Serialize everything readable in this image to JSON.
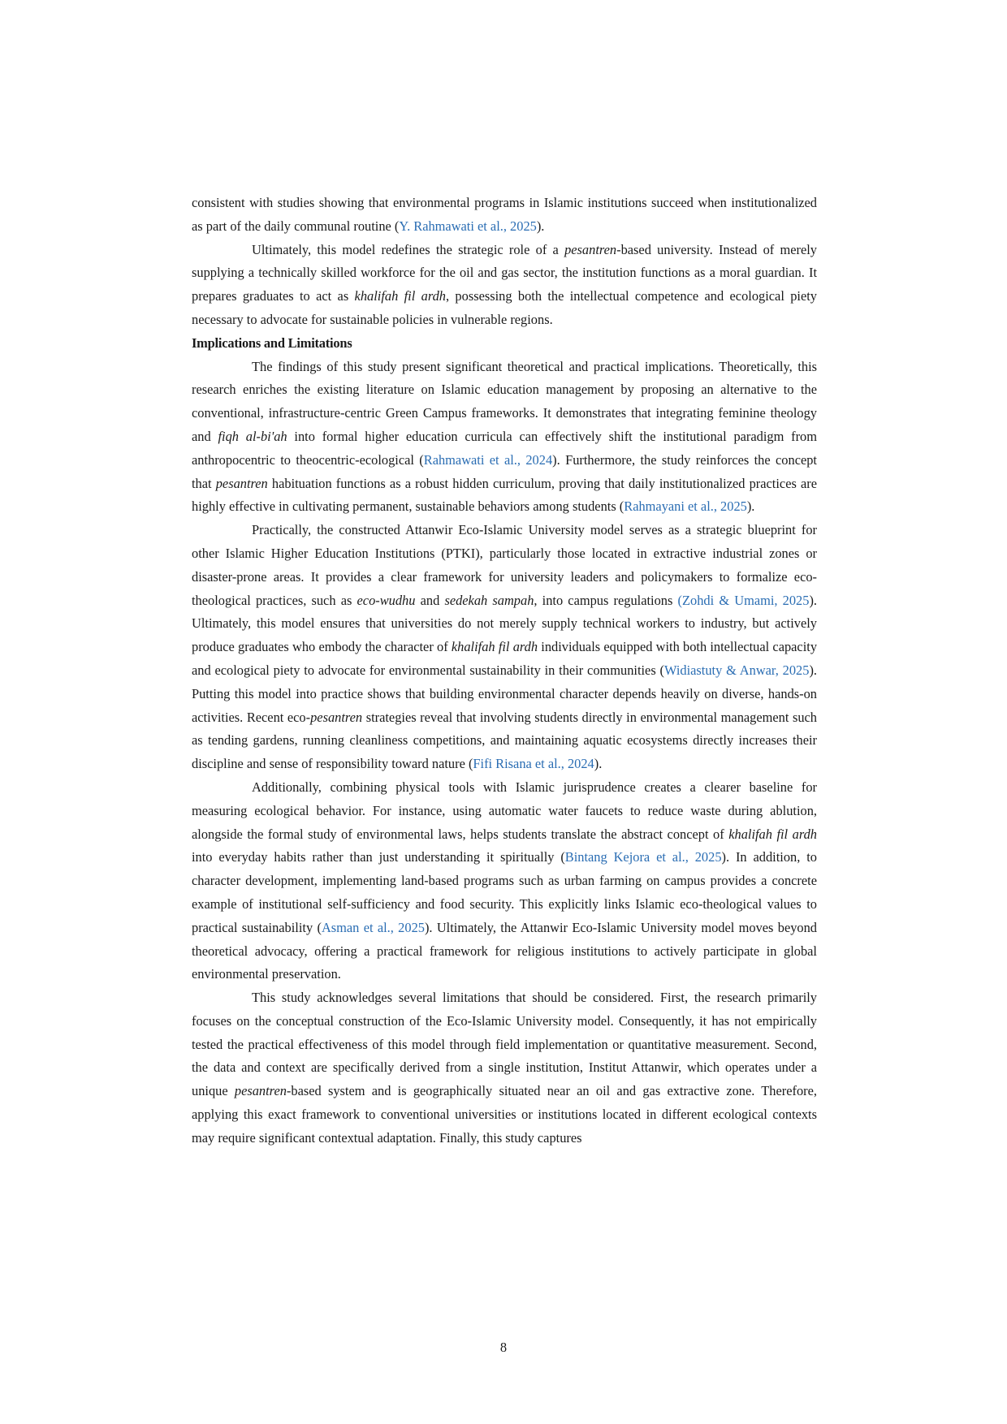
{
  "paragraphs": {
    "p1": {
      "t1": "consistent with studies showing that environmental programs in Islamic institutions succeed when institutionalized as part of the daily communal routine (",
      "c1": "Y. Rahmawati et al., 2025",
      "t2": ")."
    },
    "p2": {
      "t1": "Ultimately, this model redefines the strategic role of a ",
      "i1": "pesantren",
      "t2": "-based university. Instead of merely supplying a technically skilled workforce for the oil and gas sector, the institution functions as a moral guardian. It prepares graduates to act as ",
      "i2": "khalifah fil ardh",
      "t3": ", possessing both the intellectual competence and ecological piety necessary to advocate for sustainable policies in vulnerable regions."
    },
    "heading": "Implications and Limitations",
    "p3": {
      "t1": "The findings of this study present significant theoretical and practical implications. Theoretically, this research enriches the existing literature on Islamic education management by proposing an alternative to the conventional, infrastructure-centric Green Campus frameworks. It demonstrates that integrating feminine theology and ",
      "i1": "fiqh al-bi'ah",
      "t2": " into formal higher education curricula can effectively shift the institutional paradigm from anthropocentric to theocentric-ecological (",
      "c1": "Rahmawati et al., 2024",
      "t3": "). Furthermore, the study reinforces the concept that ",
      "i2": "pesantren",
      "t4": " habituation functions as a robust hidden curriculum, proving that daily institutionalized practices are highly effective in cultivating permanent, sustainable behaviors among students (",
      "c2": "Rahmayani et al., 2025",
      "t5": ")."
    },
    "p4": {
      "t1": "Practically, the constructed Attanwir Eco-Islamic University model serves as a strategic blueprint for other Islamic Higher Education Institutions (PTKI), particularly those located in extractive industrial zones or disaster-prone areas. It provides a clear framework for university leaders and policymakers to formalize eco-theological practices, such as ",
      "i1": "eco-wudhu",
      "t2": " and ",
      "i2": "sedekah sampah",
      "t3": ", into campus regulations ",
      "c1": "(Zohdi & Umami, 2025",
      "t4": "). Ultimately, this model ensures that universities do not merely supply technical workers to industry, but actively produce graduates who embody the character of ",
      "i3": "khalifah fil ardh",
      "t5": " individuals equipped with both intellectual capacity and ecological piety to advocate for environmental sustainability in their communities (",
      "c2": "Widiastuty & Anwar, 2025",
      "t6": "). Putting this model into practice shows that building environmental character depends heavily on diverse, hands-on activities. Recent eco-",
      "i4": "pesantren",
      "t7": " strategies reveal that involving students directly in environmental management such as tending gardens, running cleanliness competitions, and maintaining aquatic ecosystems directly increases their discipline and sense of responsibility toward nature (",
      "c3": "Fifi Risana et al., 2024",
      "t8": ")."
    },
    "p5": {
      "t1": "Additionally, combining physical tools with Islamic jurisprudence creates a clearer baseline for measuring ecological behavior. For instance, using automatic water faucets to reduce waste during ablution, alongside the formal study of environmental laws, helps students translate the abstract concept of ",
      "i1": "khalifah fil ardh",
      "t2": " into everyday habits rather than just understanding it spiritually (",
      "c1": "Bintang Kejora et al., 2025",
      "t3": "). In addition, to character development, implementing land-based programs such as urban farming on campus provides a concrete example of institutional self-sufficiency and food security. This explicitly links Islamic eco-theological values to practical sustainability (",
      "c2": "Asman et al., 2025",
      "t4": "). Ultimately, the Attanwir Eco-Islamic University model moves beyond theoretical advocacy, offering a practical framework for religious institutions to actively participate in global environmental preservation."
    },
    "p6": {
      "t1": "This study acknowledges several limitations that should be considered. First, the research primarily focuses on the conceptual construction of the Eco-Islamic University model. Consequently, it has not empirically tested the practical effectiveness of this model through field implementation or quantitative measurement. Second, the data and context are specifically derived from a single institution, Institut Attanwir, which operates under a unique ",
      "i1": "pesantren",
      "t2": "-based system and is geographically situated near an oil and gas extractive zone. Therefore, applying this exact framework to conventional universities or institutions located in different ecological contexts may require significant contextual adaptation. Finally, this study captures"
    }
  },
  "page_number": "8",
  "colors": {
    "citation": "#2a6db3",
    "text": "#1a1a1a"
  }
}
